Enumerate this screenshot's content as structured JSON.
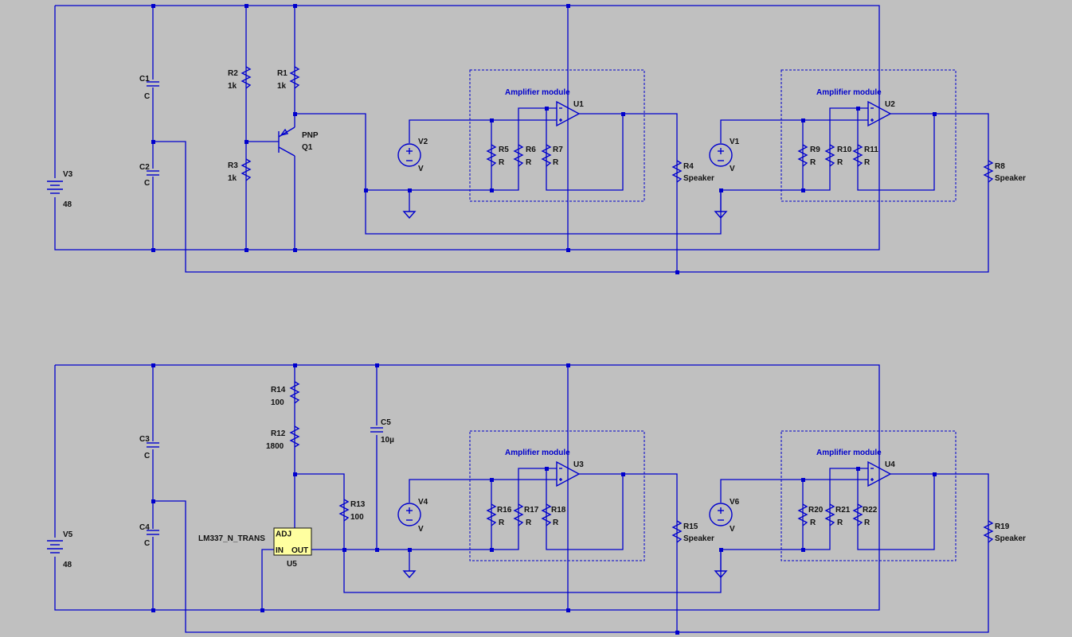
{
  "colors": {
    "background": "#c0c0c0",
    "wire": "#0000cd",
    "text": "#111111",
    "ic_fill": "#ffffa0"
  },
  "modules": {
    "top1": "Amplifier module",
    "top2": "Amplifier module",
    "bot1": "Amplifier module",
    "bot2": "Amplifier module"
  },
  "components": {
    "C1": {
      "name": "C1",
      "value": "C"
    },
    "C2": {
      "name": "C2",
      "value": "C"
    },
    "C3": {
      "name": "C3",
      "value": "C"
    },
    "C4": {
      "name": "C4",
      "value": "C"
    },
    "C5": {
      "name": "C5",
      "value": "10µ"
    },
    "V3": {
      "name": "V3",
      "value": "48"
    },
    "V5": {
      "name": "V5",
      "value": "48"
    },
    "V1": {
      "name": "V1",
      "value": "V"
    },
    "V2": {
      "name": "V2",
      "value": "V"
    },
    "V4": {
      "name": "V4",
      "value": "V"
    },
    "V6": {
      "name": "V6",
      "value": "V"
    },
    "R1": {
      "name": "R1",
      "value": "1k"
    },
    "R2": {
      "name": "R2",
      "value": "1k"
    },
    "R3": {
      "name": "R3",
      "value": "1k"
    },
    "R4": {
      "name": "R4",
      "value": "Speaker"
    },
    "R5": {
      "name": "R5",
      "value": "R"
    },
    "R6": {
      "name": "R6",
      "value": "R"
    },
    "R7": {
      "name": "R7",
      "value": "R"
    },
    "R8": {
      "name": "R8",
      "value": "Speaker"
    },
    "R9": {
      "name": "R9",
      "value": "R"
    },
    "R10": {
      "name": "R10",
      "value": "R"
    },
    "R11": {
      "name": "R11",
      "value": "R"
    },
    "R12": {
      "name": "R12",
      "value": "1800"
    },
    "R13": {
      "name": "R13",
      "value": "100"
    },
    "R14": {
      "name": "R14",
      "value": "100"
    },
    "R15": {
      "name": "R15",
      "value": "Speaker"
    },
    "R16": {
      "name": "R16",
      "value": "R"
    },
    "R17": {
      "name": "R17",
      "value": "R"
    },
    "R18": {
      "name": "R18",
      "value": "R"
    },
    "R19": {
      "name": "R19",
      "value": "Speaker"
    },
    "R20": {
      "name": "R20",
      "value": "R"
    },
    "R21": {
      "name": "R21",
      "value": "R"
    },
    "R22": {
      "name": "R22",
      "value": "R"
    },
    "Q1": {
      "name": "Q1",
      "value": "PNP"
    },
    "U1": {
      "name": "U1"
    },
    "U2": {
      "name": "U2"
    },
    "U3": {
      "name": "U3"
    },
    "U4": {
      "name": "U4"
    },
    "U5": {
      "name": "U5",
      "value": "LM337_N_TRANS",
      "pin_adj": "ADJ",
      "pin_in": "IN",
      "pin_out": "OUT"
    }
  }
}
